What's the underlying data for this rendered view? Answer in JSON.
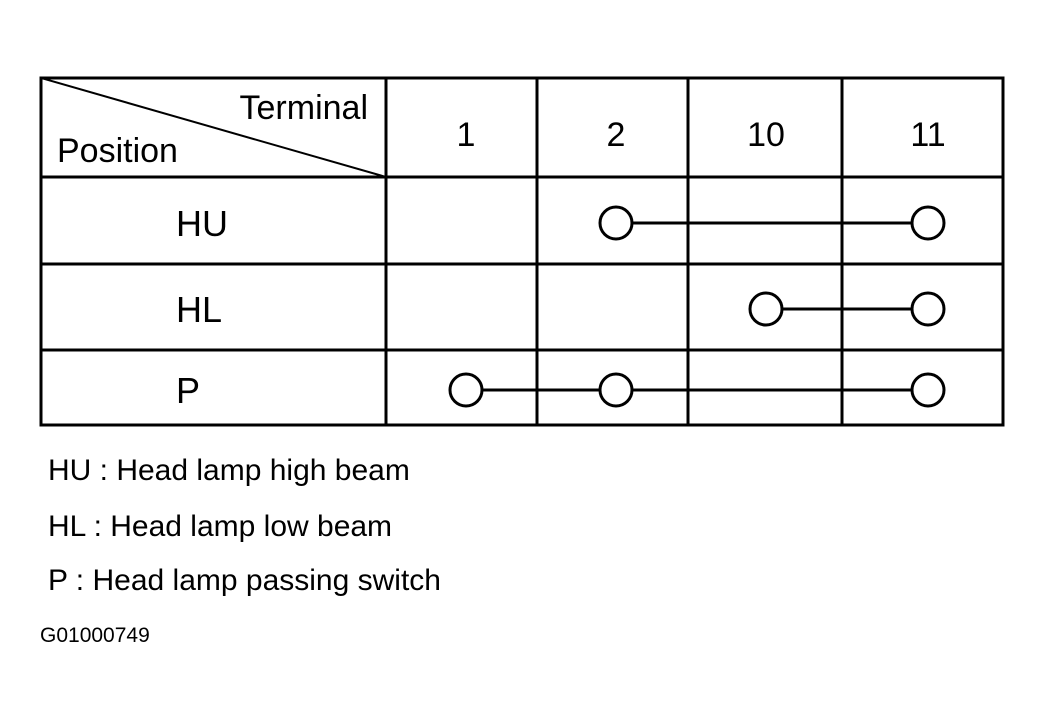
{
  "table": {
    "header_terminal_label": "Terminal",
    "header_position_label": "Position",
    "terminals": [
      "1",
      "2",
      "10",
      "11"
    ],
    "rows": [
      {
        "position": "HU",
        "connected_terminals": [
          "2",
          "11"
        ]
      },
      {
        "position": "HL",
        "connected_terminals": [
          "10",
          "11"
        ]
      },
      {
        "position": "P",
        "connected_terminals": [
          "1",
          "2",
          "11"
        ]
      }
    ]
  },
  "legend": [
    {
      "code": "HU",
      "description": "Head lamp high beam",
      "text": "HU : Head lamp high beam"
    },
    {
      "code": "HL",
      "description": "Head lamp low beam",
      "text": "HL : Head lamp low beam"
    },
    {
      "code": "P",
      "description": "Head lamp passing switch",
      "text": "P : Head lamp passing switch"
    }
  ],
  "figure_id": "G01000749"
}
